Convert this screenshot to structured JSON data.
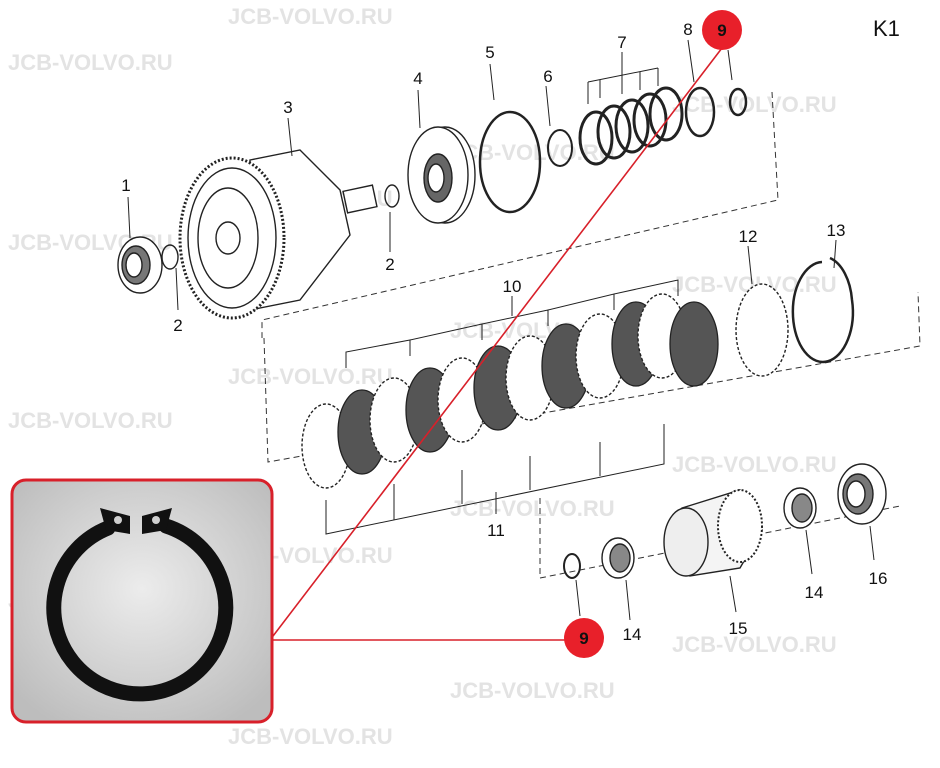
{
  "watermark_text": "JCB-VOLVO.RU",
  "figure_label": "K1",
  "callouts": {
    "n1": "1",
    "n2a": "2",
    "n2b": "2",
    "n3": "3",
    "n4": "4",
    "n5": "5",
    "n6": "6",
    "n7": "7",
    "n8": "8",
    "n9_top": "9",
    "n9_bottom": "9",
    "n10": "10",
    "n11": "11",
    "n12": "12",
    "n13": "13",
    "n14a": "14",
    "n14b": "14",
    "n15": "15",
    "n16": "16"
  },
  "colors": {
    "highlight": "#e8202a",
    "inset_border": "#d8202a",
    "watermark": "#e3e3e3"
  }
}
